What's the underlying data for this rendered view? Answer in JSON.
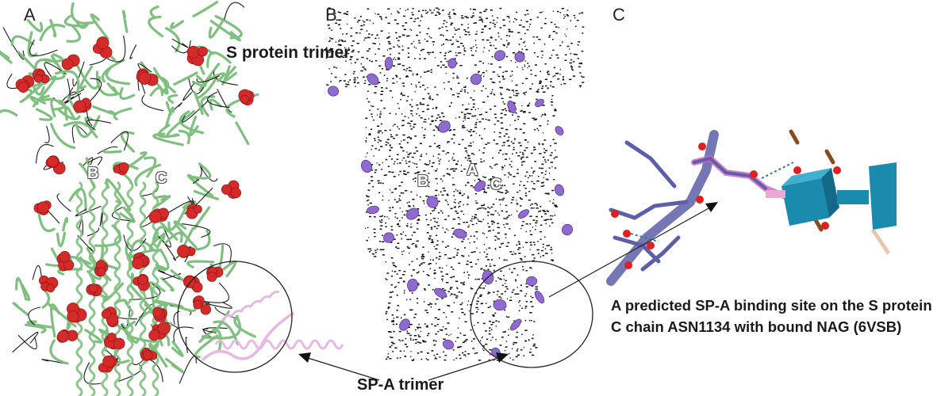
{
  "panels": {
    "a": {
      "letter": "A",
      "chain_b": "B",
      "chain_c": "C"
    },
    "b": {
      "letter": "B",
      "chain_b": "B",
      "chain_a": "A",
      "chain_c": "C"
    },
    "c": {
      "letter": "C"
    }
  },
  "labels": {
    "s_protein_trimer": "S protein trimer",
    "sp_a_trimer": "SP-A trimer",
    "binding_site_caption": "A predicted SP-A binding site on the S protein C chain ASN1134 with bound NAG (6VSB)"
  },
  "colors": {
    "ribbon_green": "#7fbf7f",
    "glycan_red": "#d42a2a",
    "glycan_purple": "#8f6ad0",
    "sp_a_pink": "#e8b8e0",
    "stick_slate": "#5d5fa8",
    "nag_teal": "#1a8aad"
  }
}
